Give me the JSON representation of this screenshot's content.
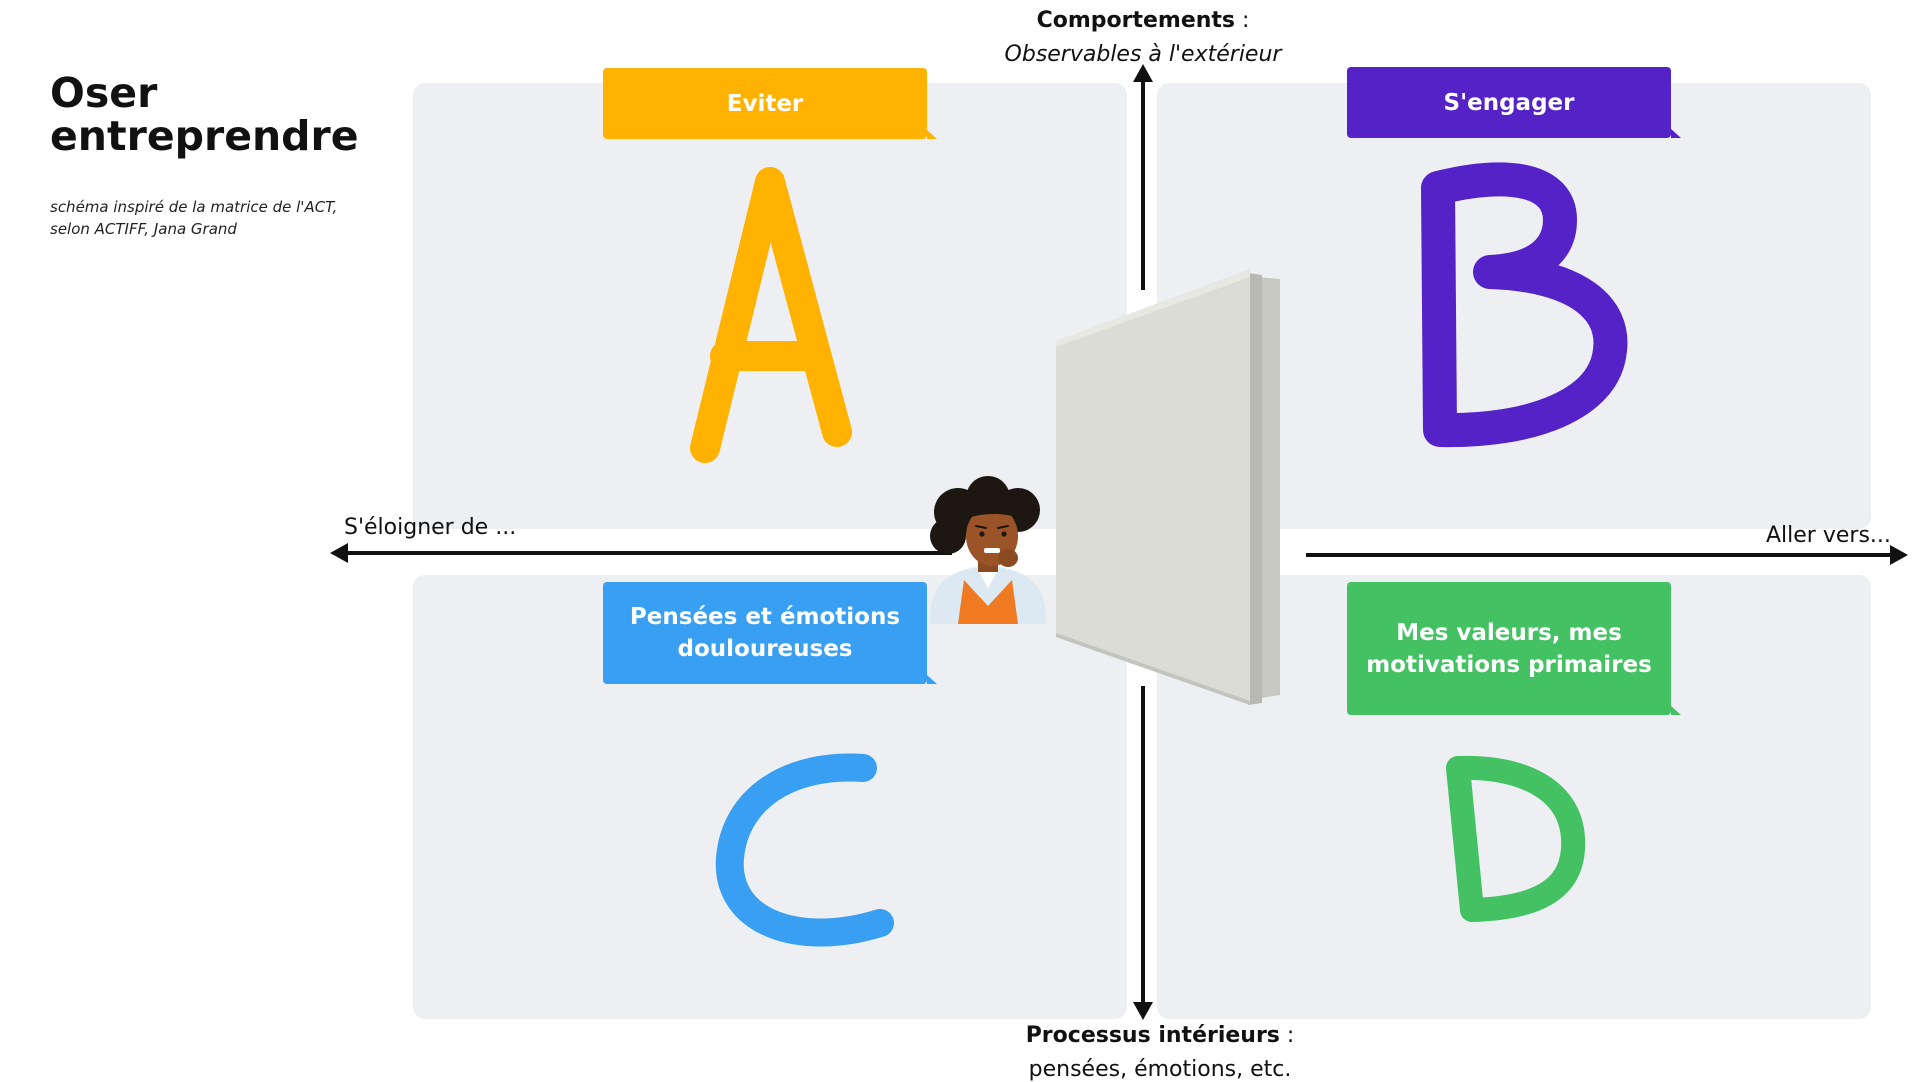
{
  "header": {
    "title": "Oser entreprendre",
    "subtitle": "schéma inspiré de la matrice de l'ACT, selon ACTIFF, Jana Grand"
  },
  "axes": {
    "top_bold": "Comportements",
    "top_sep": " :",
    "top_italic": "Observables à l'extérieur",
    "bottom_bold": "Processus intérieurs",
    "bottom_sep": " :",
    "bottom_plain": "pensées, émotions, etc.",
    "left": "S'éloigner de ...",
    "right": "Aller vers..."
  },
  "quadrants": {
    "a": {
      "label": "Eviter",
      "letter": "A",
      "color": "#ffb200"
    },
    "b": {
      "label": "S'engager",
      "letter": "B",
      "color": "#5522c7"
    },
    "c": {
      "label": "Pensées et émotions douloureuses",
      "letter": "C",
      "color": "#389ff2"
    },
    "d": {
      "label": "Mes valeurs, mes motivations primaires",
      "letter": "D",
      "color": "#43c163"
    }
  },
  "colors": {
    "quadrant_bg": "#edeff2",
    "axis": "#111111",
    "wall": "#dcdcd6"
  },
  "icons": {
    "person": "worried-person-illustration",
    "wall": "wall-panel"
  }
}
